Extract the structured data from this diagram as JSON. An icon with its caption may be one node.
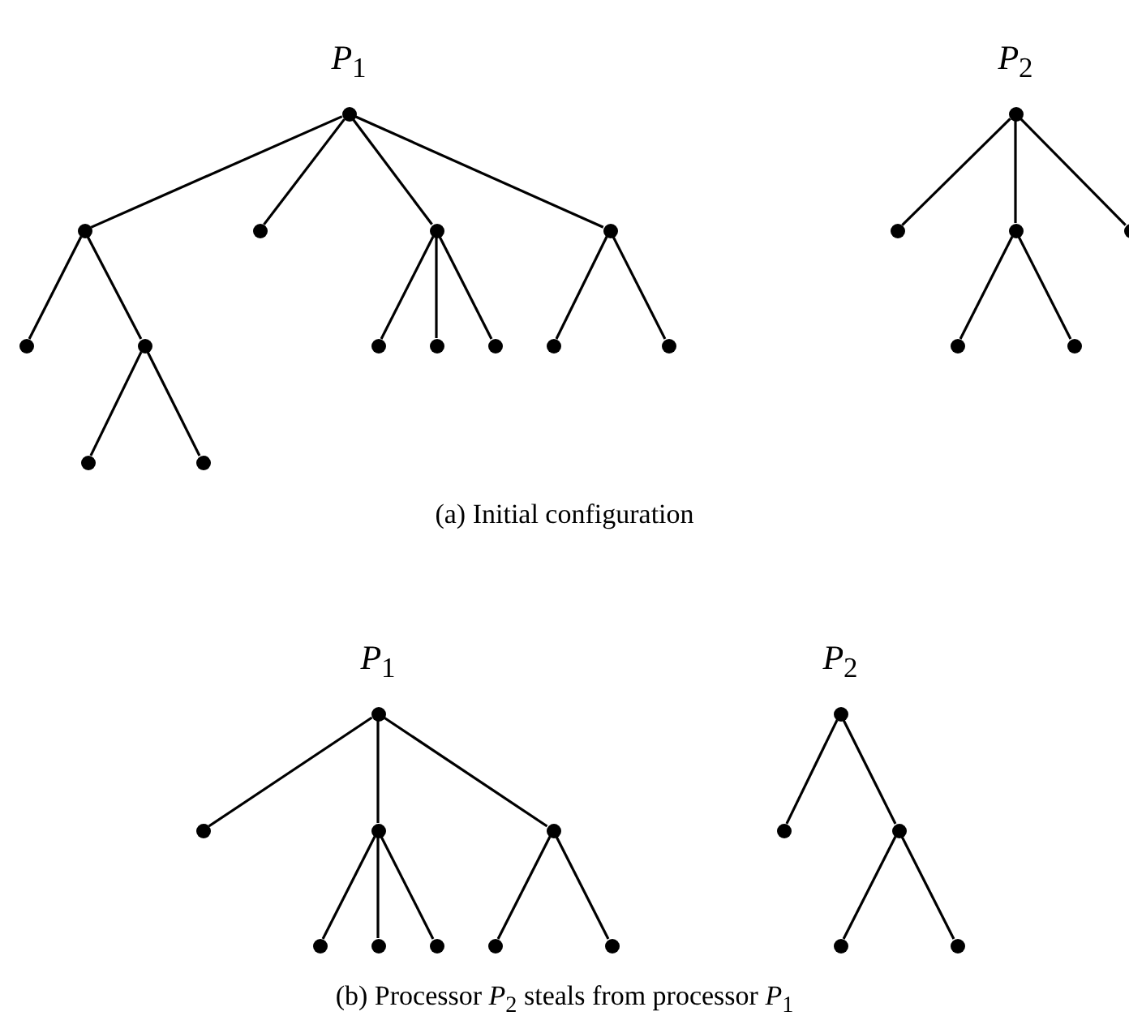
{
  "diagram": {
    "nodes": [
      {
        "text": [],
        "shape": "circle"
      },
      {
        "text": [],
        "shape": "circle"
      },
      {
        "text": [],
        "shape": "circle"
      },
      {
        "text": [],
        "shape": "circle"
      },
      {
        "text": [],
        "shape": "circle"
      },
      {
        "text": [],
        "shape": "circle"
      },
      {
        "text": [],
        "shape": "circle"
      },
      {
        "text": [],
        "shape": "circle"
      },
      {
        "text": [],
        "shape": "circle"
      },
      {
        "text": [],
        "shape": "circle"
      },
      {
        "text": [],
        "shape": "circle"
      },
      {
        "text": [],
        "shape": "circle"
      },
      {
        "text": [],
        "shape": "circle"
      },
      {
        "text": [],
        "shape": "circle"
      },
      {
        "text": [],
        "shape": "circle"
      },
      {
        "text": [],
        "shape": "circle"
      },
      {
        "text": [],
        "shape": "circle"
      },
      {
        "text": [],
        "shape": "circle"
      },
      {
        "text": [],
        "shape": "circle"
      },
      {
        "text": [],
        "shape": "circle"
      },
      {
        "text": [],
        "shape": "circle"
      },
      {
        "text": [],
        "shape": "circle"
      },
      {
        "text": [],
        "shape": "circle"
      },
      {
        "text": [],
        "shape": "circle"
      },
      {
        "text": [],
        "shape": "circle"
      },
      {
        "text": [],
        "shape": "circle"
      },
      {
        "text": [],
        "shape": "circle"
      },
      {
        "text": [],
        "shape": "circle"
      },
      {
        "text": [],
        "shape": "circle"
      },
      {
        "text": [],
        "shape": "circle"
      },
      {
        "text": [],
        "shape": "circle"
      },
      {
        "text": [],
        "shape": "circle"
      },
      {
        "text": [],
        "shape": "circle"
      },
      {
        "text": [],
        "shape": "circle"
      }
    ],
    "edges": [
      {
        "from": 0,
        "to": 1,
        "arrow": "none"
      },
      {
        "from": 0,
        "to": 2,
        "arrow": "none"
      },
      {
        "from": 0,
        "to": 3,
        "arrow": "none"
      },
      {
        "from": 0,
        "to": 4,
        "arrow": "none"
      },
      {
        "from": 1,
        "to": 5,
        "arrow": "none"
      },
      {
        "from": 1,
        "to": 6,
        "arrow": "none"
      },
      {
        "from": 6,
        "to": 7,
        "arrow": "none"
      },
      {
        "from": 6,
        "to": 8,
        "arrow": "none"
      },
      {
        "from": 3,
        "to": 9,
        "arrow": "none"
      },
      {
        "from": 3,
        "to": 10,
        "arrow": "none"
      },
      {
        "from": 3,
        "to": 11,
        "arrow": "none"
      },
      {
        "from": 4,
        "to": 12,
        "arrow": "none"
      },
      {
        "from": 4,
        "to": 13,
        "arrow": "none"
      },
      {
        "from": 14,
        "to": 15,
        "arrow": "none"
      },
      {
        "from": 14,
        "to": 16,
        "arrow": "none"
      },
      {
        "from": 14,
        "to": 17,
        "arrow": "none"
      },
      {
        "from": 16,
        "to": 18,
        "arrow": "none"
      },
      {
        "from": 16,
        "to": 19,
        "arrow": "none"
      },
      {
        "from": 20,
        "to": 21,
        "arrow": "none"
      },
      {
        "from": 20,
        "to": 22,
        "arrow": "none"
      },
      {
        "from": 20,
        "to": 23,
        "arrow": "none"
      },
      {
        "from": 22,
        "to": 24,
        "arrow": "none"
      },
      {
        "from": 22,
        "to": 25,
        "arrow": "none"
      },
      {
        "from": 22,
        "to": 26,
        "arrow": "none"
      },
      {
        "from": 23,
        "to": 27,
        "arrow": "none"
      },
      {
        "from": 23,
        "to": 28,
        "arrow": "none"
      },
      {
        "from": 29,
        "to": 30,
        "arrow": "none"
      },
      {
        "from": 29,
        "to": 31,
        "arrow": "none"
      },
      {
        "from": 31,
        "to": 32,
        "arrow": "none"
      },
      {
        "from": 31,
        "to": 33,
        "arrow": "none"
      }
    ],
    "labels": [
      "*P*$_{1}$",
      "*P*$_{2}$",
      "(a) Initial configuration",
      "*P*$_{1}$",
      "*P*$_{2}$",
      "(b) Processor *P*$_{2}$ steals from processor *P*$_{1}$"
    ]
  }
}
